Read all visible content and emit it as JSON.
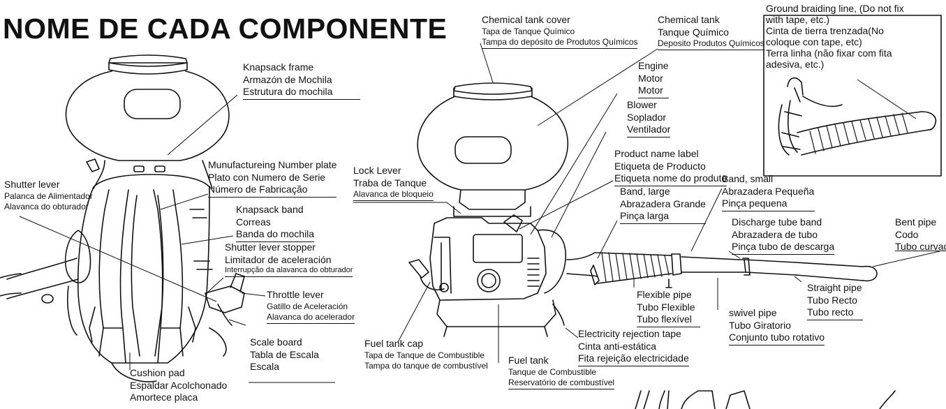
{
  "title": "NOME DE CADA COMPONENTE",
  "labels": {
    "chemical_tank_cover": [
      "Chemical tank cover",
      "Tapa de Tanque Químico",
      "Tampa do depósito de Produtos Químicos"
    ],
    "chemical_tank": [
      "Chemical tank",
      "Tanque Químico",
      "Deposito Produtos Químicos"
    ],
    "ground_braiding": [
      "Ground braiding line, (Do not fix",
      "with tape, etc.)",
      "Cinta de tierra trenzada(No",
      "coloque con tape, etc)",
      "Terra linha (não fixar com fita",
      "adesiva, etc.)"
    ],
    "knapsack_frame": [
      "Knapsack frame",
      "Armazón de Mochila",
      "Estrutura do mochila"
    ],
    "engine": [
      "Engine",
      "Motor",
      "Motor"
    ],
    "blower": [
      "Blower",
      "Soplador",
      "Ventilador"
    ],
    "product_label": [
      "Product name label",
      "Etiqueta de Producto",
      "Etiqueta nome do produto"
    ],
    "manufacturing_plate": [
      "Munufactureing Number plate",
      "Plato con Numero de Serie",
      "Número de Fabricação"
    ],
    "lock_lever": [
      "Lock Lever",
      "Traba de Tanque",
      "Alavanca de bloqueio"
    ],
    "shutter_lever": [
      "Shutter lever",
      "Palanca de Alimentador",
      "Alavanca do obturador"
    ],
    "band_small": [
      "Band, small",
      "Abrazadera Pequeña",
      "Pinça pequena"
    ],
    "band_large": [
      "Band, large",
      "Abrazadera Grande",
      "Pinça larga"
    ],
    "knapsack_band": [
      "Knapsack band",
      "Correas",
      "Banda do mochila"
    ],
    "discharge_band": [
      "Discharge tube band",
      "Abrazadera de tubo",
      "Pinça tubo de descarga"
    ],
    "bent_pipe": [
      "Bent pipe",
      "Codo",
      "Tubo curvado"
    ],
    "shutter_stopper": [
      "Shutter lever stopper",
      "Limitador de aceleración",
      "Interrupção da alavanca do obturador"
    ],
    "throttle_lever": [
      "Throttle lever",
      "Gatillo de Aceleración",
      "Alavanca do acelerador"
    ],
    "flexible_pipe": [
      "Flexible pipe",
      "Tubo Flexible",
      "Tubo flexível"
    ],
    "straight_pipe": [
      "Straight pipe",
      "Tubo Recto",
      "Tubo recto"
    ],
    "swivel_pipe": [
      "swivel pipe",
      "Tubo Giratorio",
      "Conjunto tubo rotativo"
    ],
    "electricity_tape": [
      "Electricity rejection tape",
      "Cinta anti-estática",
      "Fita rejeição electricidade"
    ],
    "scale_board": [
      "Scale board",
      "Tabla de Escala",
      "Escala"
    ],
    "fuel_tank_cap": [
      "Fuel tank cap",
      "Tapa de Tanque de Combustible",
      "Tampa do tanque de combustível"
    ],
    "fuel_tank": [
      "Fuel tank",
      "Tanque de Combustible",
      "Reservatório de combustível"
    ],
    "cushion_pad": [
      "Cushion pad",
      "Espaldar Acolchonado",
      "Amortece placa"
    ]
  }
}
